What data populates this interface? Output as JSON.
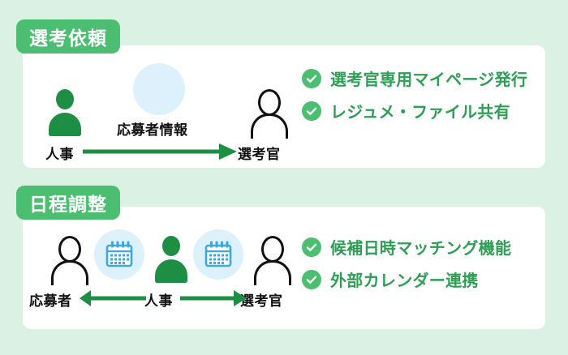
{
  "theme": {
    "background": "#dbf1e3",
    "card_bg": "#ffffff",
    "badge_green": "#4cbe72",
    "icon_green": "#1e8e45",
    "text_green": "#2e9e55",
    "icon_blue": "#3aa9e2",
    "circle_blue": "#ddf1fc",
    "outline_black": "#111111"
  },
  "sections": [
    {
      "badge": "選考依頼",
      "flow": {
        "nodes": [
          {
            "label": "人事",
            "icon": "person-filled-green-icon"
          },
          {
            "label": "",
            "icon": "applicant-info-person-blue-icon"
          },
          {
            "label": "選考官",
            "icon": "person-outline-icon"
          }
        ],
        "flow_label": "応募者情報",
        "arrows": [
          {
            "direction": "right",
            "color": "#1e8e45"
          }
        ]
      },
      "features": [
        {
          "icon": "check-circle-icon",
          "label": "選考官専用マイページ発行"
        },
        {
          "icon": "check-circle-icon",
          "label": "レジュメ・ファイル共有"
        }
      ]
    },
    {
      "badge": "日程調整",
      "flow": {
        "nodes": [
          {
            "label": "応募者",
            "icon": "person-outline-icon"
          },
          {
            "label": "",
            "icon": "calendar-icon"
          },
          {
            "label": "人事",
            "icon": "person-filled-green-icon"
          },
          {
            "label": "",
            "icon": "calendar-icon"
          },
          {
            "label": "選考官",
            "icon": "person-outline-icon"
          }
        ],
        "flow_label": "",
        "arrows": [
          {
            "direction": "left",
            "color": "#1e8e45"
          },
          {
            "direction": "right",
            "color": "#1e8e45"
          }
        ]
      },
      "features": [
        {
          "icon": "check-circle-icon",
          "label": "候補日時マッチング機能"
        },
        {
          "icon": "check-circle-icon",
          "label": "外部カレンダー連携"
        }
      ]
    }
  ]
}
